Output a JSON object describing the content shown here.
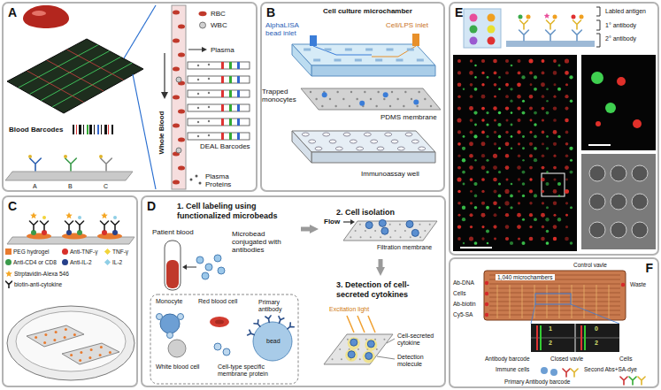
{
  "diagram": {
    "nodes": [
      {
        "text": [
          "A"
        ]
      },
      {
        "text": [
          "B"
        ]
      },
      {
        "text": [
          "C"
        ]
      },
      {
        "text": [
          "D"
        ]
      },
      {
        "text": [
          "E"
        ]
      },
      {
        "text": [
          "F"
        ]
      },
      {
        "text": [
          "1. Cell labeling using functionalized microbeads"
        ],
        "in": 3
      },
      {
        "text": [
          "2. Cell isolation"
        ],
        "in": 3
      },
      {
        "text": [
          "3. Detection of cell-secreted cytokines"
        ],
        "in": 3
      }
    ],
    "edges": [
      {
        "from": 6,
        "to": 7,
        "arrow": "to"
      },
      {
        "from": 7,
        "to": 8,
        "arrow": "to"
      }
    ],
    "labels": [
      "RBC",
      "WBC",
      "Plasma",
      "Whole Blood",
      "Blood Barcodes",
      "DEAL Barcodes",
      "Plasma Proteins",
      "A",
      "B",
      "C",
      "Cell culture microchamber",
      "AlphaLISA bead inlet",
      "Cell/LPS inlet",
      "Trapped monocytes",
      "PDMS membrane",
      "Immunoassay well",
      "Patient blood",
      "Microbead conjugated with antibodies",
      "Monocyte",
      "Red blood cell",
      "White blood cell",
      "Primary antibody",
      "bead",
      "Cell-type specific membrane protein",
      "Flow",
      "Filtration membrane",
      "Excitation light",
      "Cell-secreted cytokine",
      "Detection molecule",
      "Labled antigen",
      "1° antibody",
      "2° antibody",
      "1,040 microchambers",
      "Control vavle",
      "Waste",
      "Ab-DNA",
      "Cells",
      "Ab-biotin",
      "Cy5-SA",
      "1",
      "0",
      "2",
      "2",
      "Antibody barcode",
      "Closed vavle",
      "Cells",
      "Immune cells",
      "Second Abs+SA-dye",
      "Primary Antibody barcode"
    ],
    "legend": [
      {
        "text": "PEG hydrogel",
        "color": "#e87a2e"
      },
      {
        "text": "Anti-TNF-γ",
        "color": "#d8302a"
      },
      {
        "text": "TNF-γ",
        "color": "#f2d43a"
      },
      {
        "text": "Anti-CD4 or CD8",
        "color": "#3a9a4a"
      },
      {
        "text": "Anti-IL-2",
        "color": "#26408a"
      },
      {
        "text": "IL-2",
        "color": "#8fcfe6"
      },
      {
        "text": "Strptavidin-Alexa 546"
      },
      {
        "text": "biotin-anti-cytokine"
      }
    ]
  }
}
